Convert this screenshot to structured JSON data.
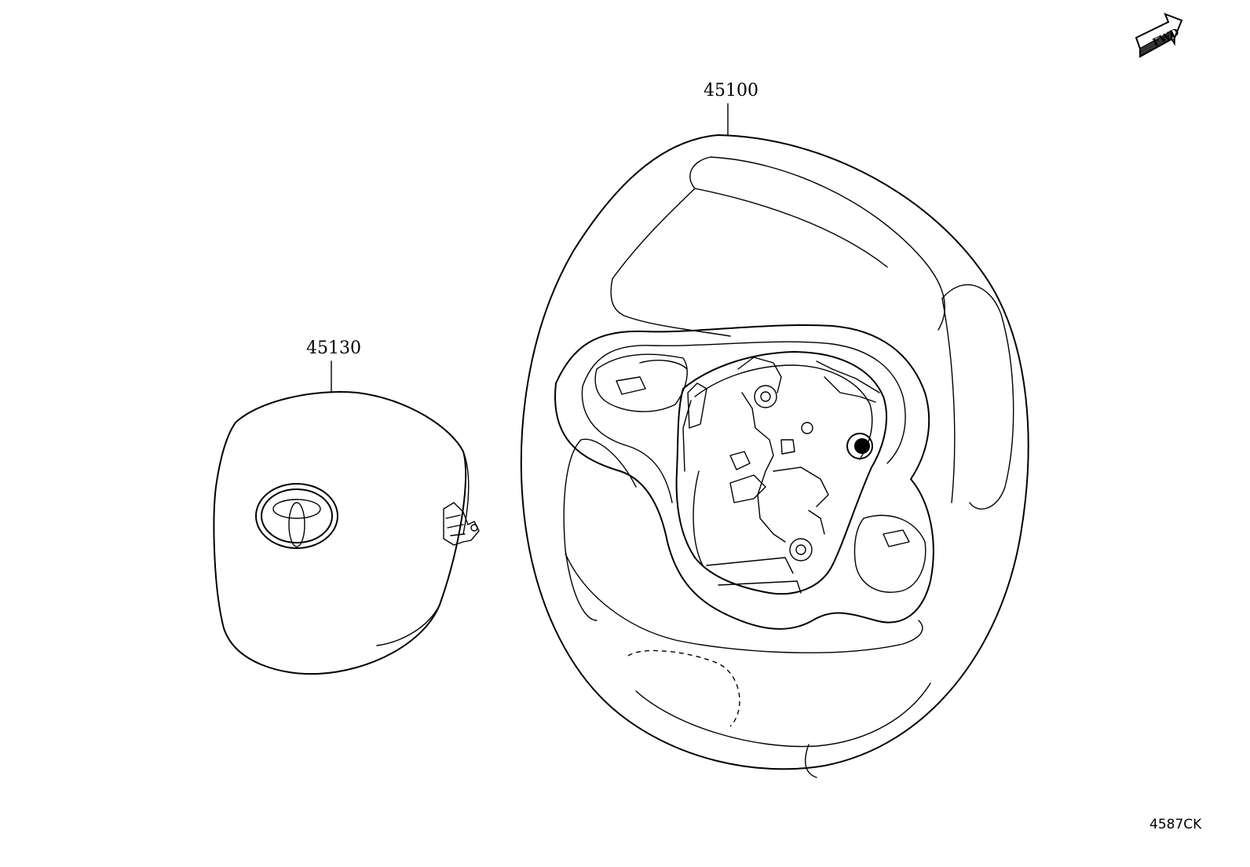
{
  "parts": [
    {
      "id": "steering-wheel",
      "number": "45100"
    },
    {
      "id": "airbag-horn-pad",
      "number": "45130"
    }
  ],
  "fwd_marker": {
    "text": "FWD"
  },
  "diagram_code": "4587CK"
}
